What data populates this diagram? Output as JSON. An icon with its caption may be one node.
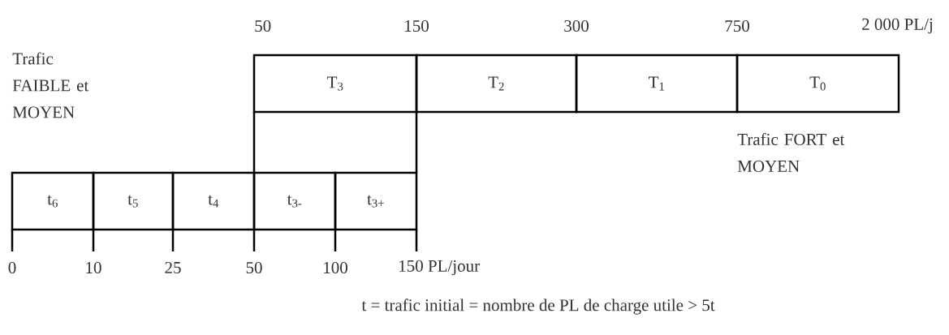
{
  "diagram": {
    "caption": "t = trafic initial = nombre de PL de charge utile > 5t",
    "nodes": [
      {
        "text": [
          "T$_{3}$"
        ]
      },
      {
        "text": [
          "T$_{2}$"
        ]
      },
      {
        "text": [
          "T$_{1}$"
        ]
      },
      {
        "text": [
          "T$_{0}$"
        ]
      },
      {
        "text": [
          "t$_{6}$"
        ]
      },
      {
        "text": [
          "t$_{5}$"
        ]
      },
      {
        "text": [
          "t$_{4}$"
        ]
      },
      {
        "text": [
          "t$_{3-}$"
        ]
      },
      {
        "text": [
          "t$_{3+}$"
        ]
      }
    ],
    "labels": [
      "50",
      "150",
      "300",
      "750",
      "2 000 PL/j",
      "Trafic FAIBLE et MOYEN",
      "Trafic FORT et MOYEN",
      "0",
      "10",
      "25",
      "50",
      "100",
      "150 PL/jour"
    ]
  }
}
